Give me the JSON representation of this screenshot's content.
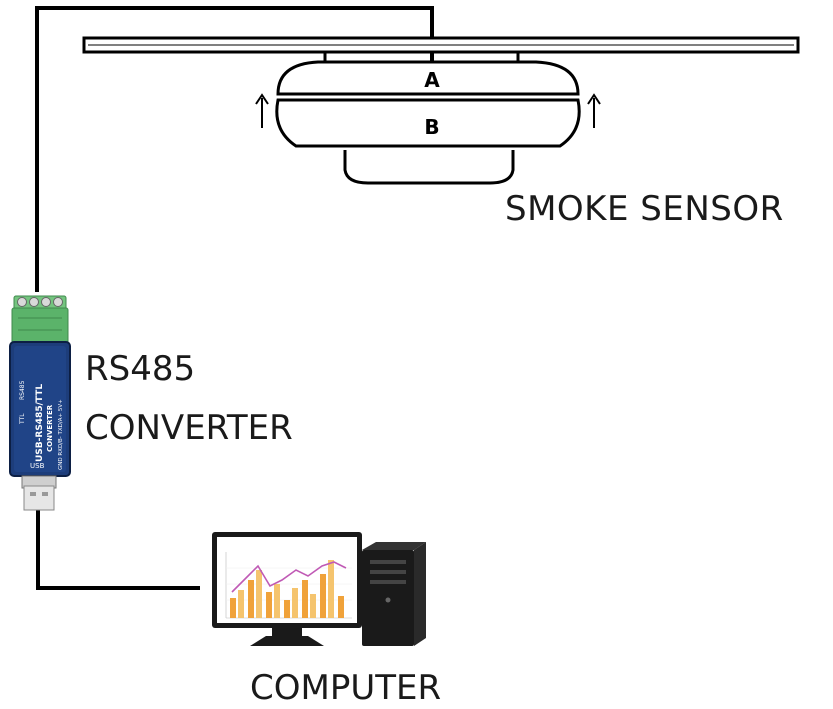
{
  "labels": {
    "smoke_sensor": "SMOKE SENSOR",
    "rs485_line1": "RS485",
    "rs485_line2": "CONVERTER",
    "computer": "COMPUTER"
  },
  "sensor_parts": {
    "part_a": "A",
    "part_b": "B"
  },
  "converter_text": {
    "model": "USB-RS485/TTL",
    "type": "CONVERTER",
    "usb": "USB",
    "pins": "GND  RXD/B-  TXD/A+  5V+",
    "ttl": "TTL",
    "rs485": "RS485"
  },
  "colors": {
    "wire": "#000000",
    "terminal_block": "#5bb36a",
    "converter_body": "#1d3d7a",
    "chart_orange": "#f0a23a",
    "chart_line": "#c05ab5"
  }
}
